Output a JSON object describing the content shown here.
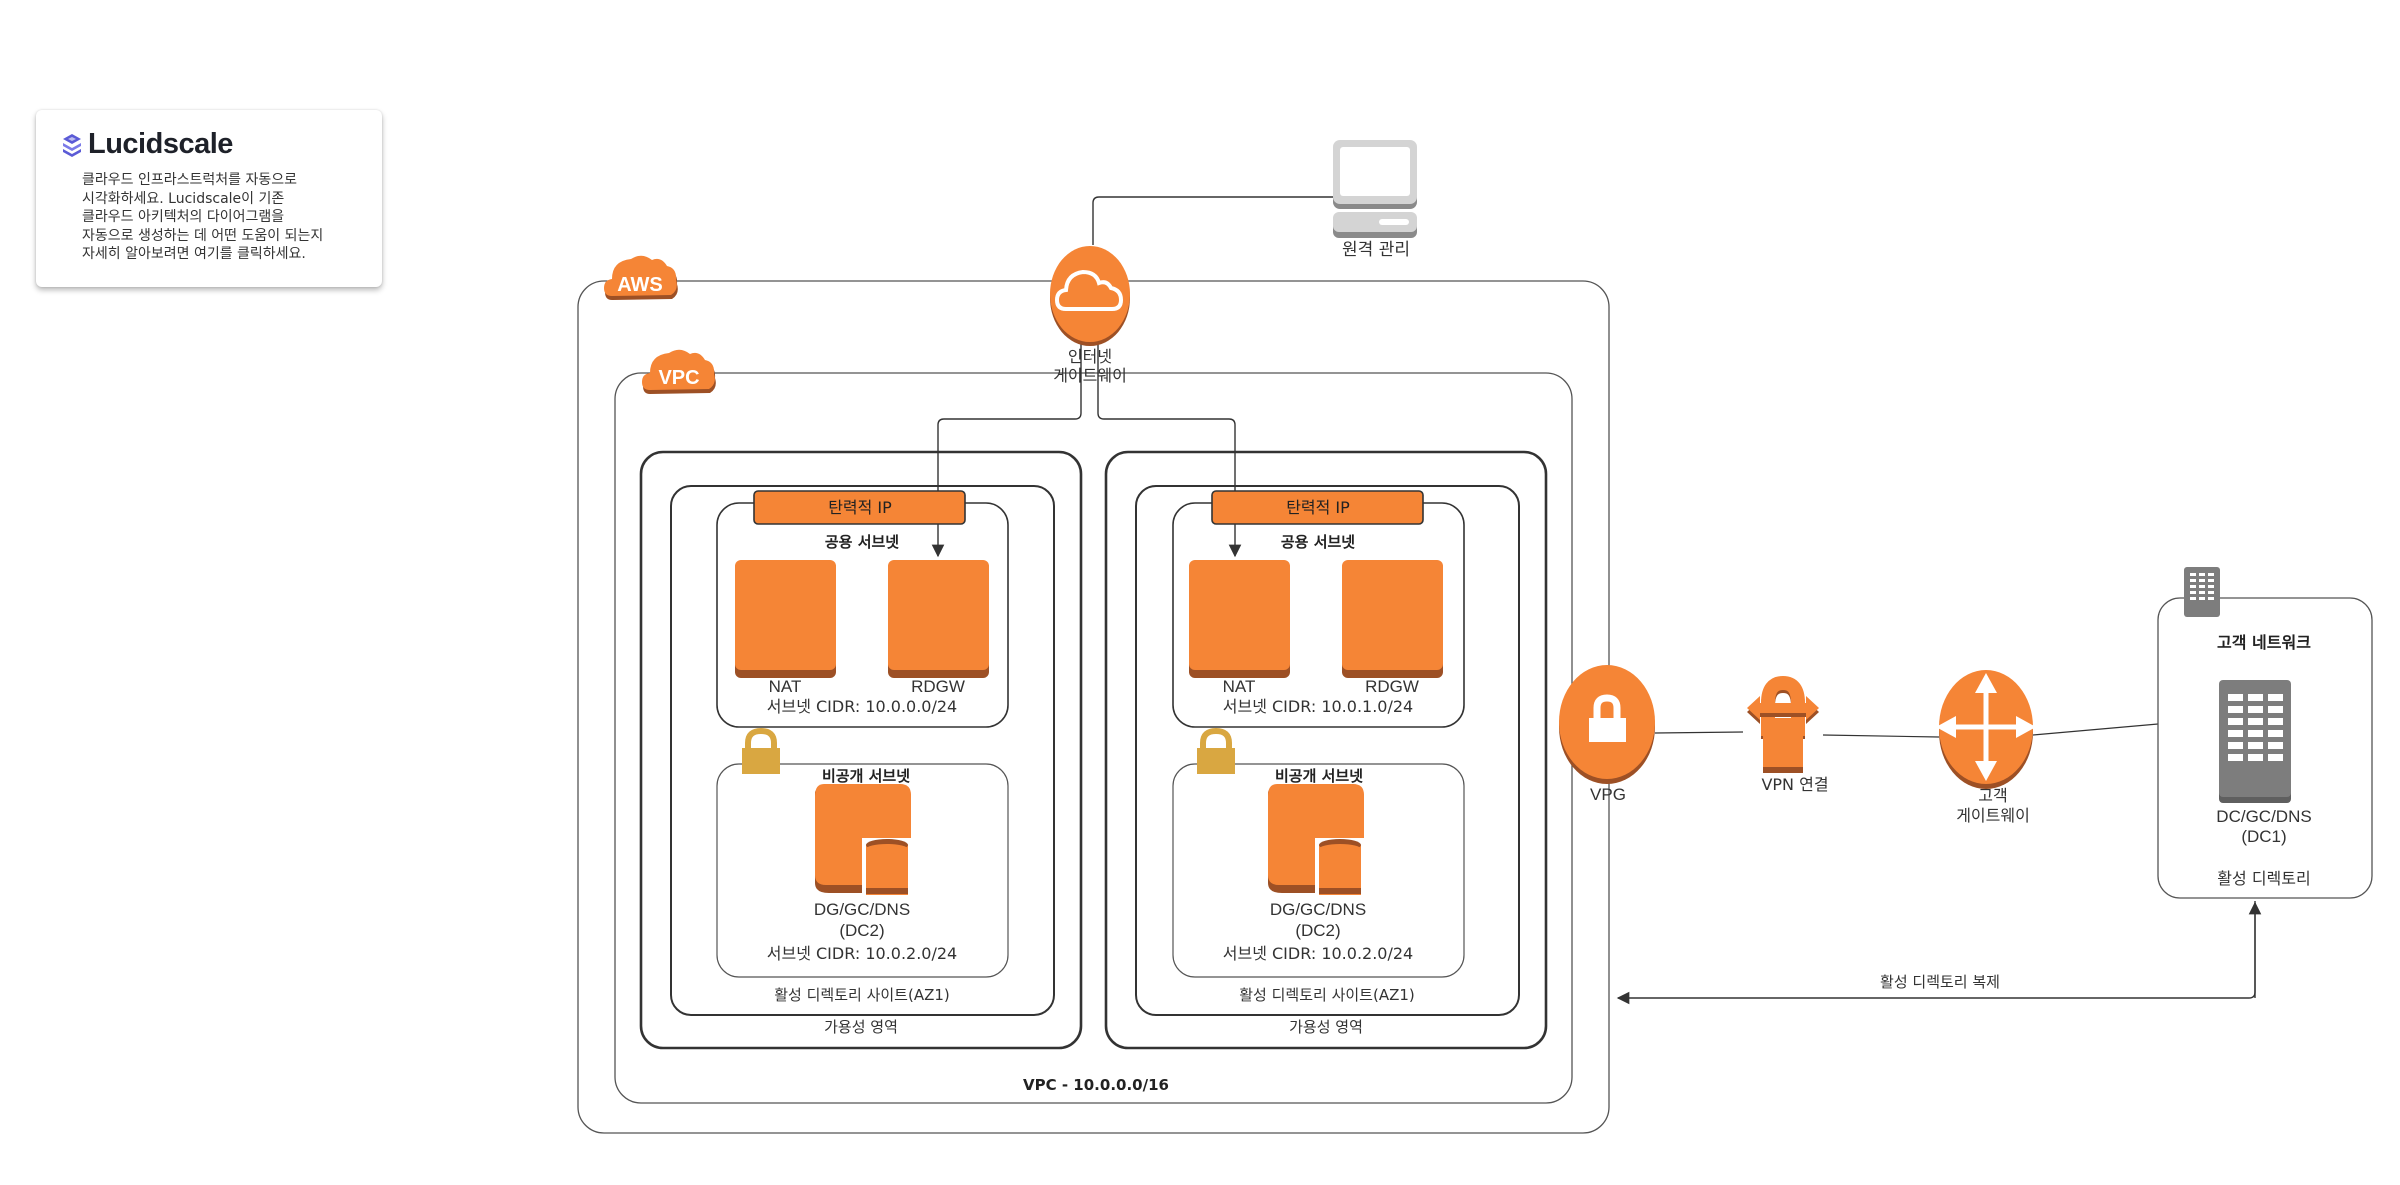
{
  "promo_card": {
    "brand": "Lucidscale",
    "description_lines": [
      "클라우드 인프라스트럭처를 자동으로",
      "시각화하세요. Lucidscale이 기존",
      "클라우드 아키텍처의 다이어그램을",
      "자동으로 생성하는 데 어떤 도움이 되는지",
      "자세히 알아보려면 여기를 클릭하세요."
    ]
  },
  "colors": {
    "aws_orange": "#F58536",
    "aws_orange_dark": "#9D5025",
    "lock_gold": "#D9A741",
    "gray_icon": "#7D7D7D",
    "line": "#333333",
    "brand_purple": "#5B5BD6"
  },
  "diagram": {
    "remote_admin": {
      "label": "원격 관리",
      "icon": "desktop-computer-icon"
    },
    "aws": {
      "badge": "AWS",
      "icon": "aws-cloud-icon"
    },
    "vpc": {
      "badge": "VPC",
      "cidr_label": "VPC - 10.0.0.0/16",
      "icon": "vpc-cloud-icon"
    },
    "internet_gateway": {
      "label_line1": "인터넷",
      "label_line2": "게이트웨이",
      "icon": "cloud-icon"
    },
    "availability_zones": [
      {
        "label": "가용성 영역",
        "site_label": "활성 디렉토리 사이트(AZ1)",
        "elastic_ip": "탄력적 IP",
        "public_subnet": {
          "title": "공용 서브넷",
          "instances": [
            "NAT",
            "RDGW"
          ],
          "cidr": "서브넷 CIDR: 10.0.0.0/24"
        },
        "private_subnet": {
          "title": "비공개 서브넷",
          "server_line1": "DG/GC/DNS",
          "server_line2": "(DC2)",
          "cidr": "서브넷 CIDR: 10.0.2.0/24"
        }
      },
      {
        "label": "가용성 영역",
        "site_label": "활성 디렉토리 사이트(AZ1)",
        "elastic_ip": "탄력적 IP",
        "public_subnet": {
          "title": "공용 서브넷",
          "instances": [
            "NAT",
            "RDGW"
          ],
          "cidr": "서브넷 CIDR: 10.0.1.0/24"
        },
        "private_subnet": {
          "title": "비공개 서브넷",
          "server_line1": "DG/GC/DNS",
          "server_line2": "(DC2)",
          "cidr": "서브넷 CIDR: 10.0.2.0/24"
        }
      }
    ],
    "vpg": {
      "label": "VPG",
      "icon": "padlock-icon"
    },
    "vpn": {
      "label": "VPN 연결",
      "icon": "vpn-connection-icon"
    },
    "customer_gateway": {
      "label_line1": "고객",
      "label_line2": "게이트웨이",
      "icon": "router-arrows-icon"
    },
    "customer_network": {
      "title": "고객 네트워크",
      "server_line1": "DC/GC/DNS",
      "server_line2": "(DC1)",
      "footer": "활성 디렉토리",
      "icon": "corporate-building-icon"
    },
    "replication": {
      "label": "활성 디렉토리 복제"
    }
  }
}
